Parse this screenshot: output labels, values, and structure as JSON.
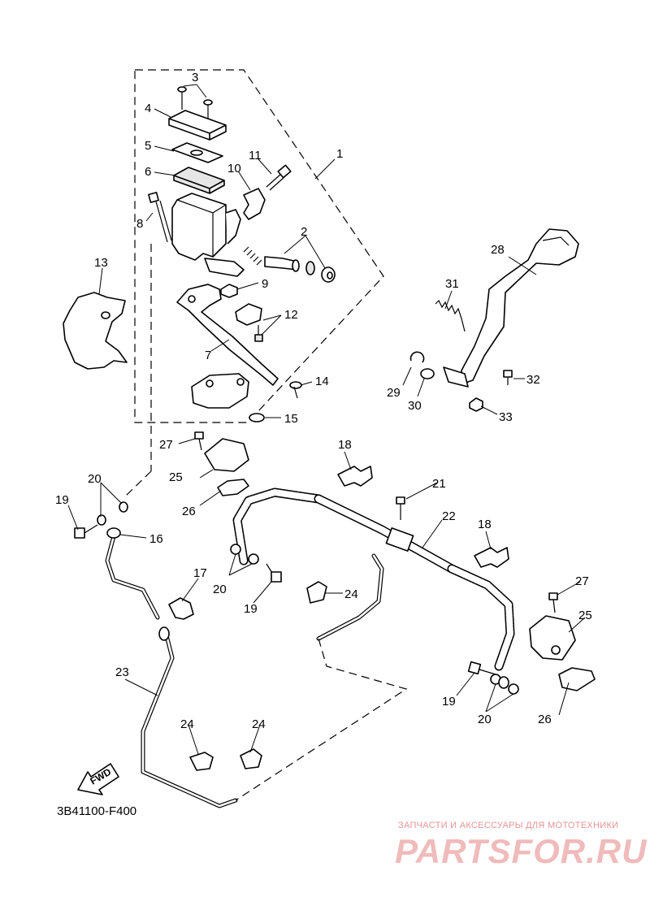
{
  "diagram": {
    "code": "3B41100-F400",
    "fwd_label": "FWD",
    "callouts": {
      "c1": "1",
      "c2": "2",
      "c3": "3",
      "c4": "4",
      "c5": "5",
      "c6": "6",
      "c7": "7",
      "c8": "8",
      "c9": "9",
      "c10": "10",
      "c11": "11",
      "c12": "12",
      "c13": "13",
      "c14": "14",
      "c15": "15",
      "c16": "16",
      "c17": "17",
      "c18a": "18",
      "c18b": "18",
      "c19a": "19",
      "c19b": "19",
      "c19c": "19",
      "c20a": "20",
      "c20b": "20",
      "c20c": "20",
      "c21": "21",
      "c22": "22",
      "c23": "23",
      "c24a": "24",
      "c24b": "24",
      "c24c": "24",
      "c25a": "25",
      "c25b": "25",
      "c26a": "26",
      "c26b": "26",
      "c27a": "27",
      "c27b": "27",
      "c28": "28",
      "c29": "29",
      "c30": "30",
      "c31": "31",
      "c32": "32",
      "c33": "33"
    }
  },
  "watermark": {
    "tagline": "ЗАПЧАСТИ И АКСЕССУАРЫ ДЛЯ МОТОТЕХНИКИ",
    "logo": "PARTSFOR.RU",
    "color": "#e06a6a"
  }
}
